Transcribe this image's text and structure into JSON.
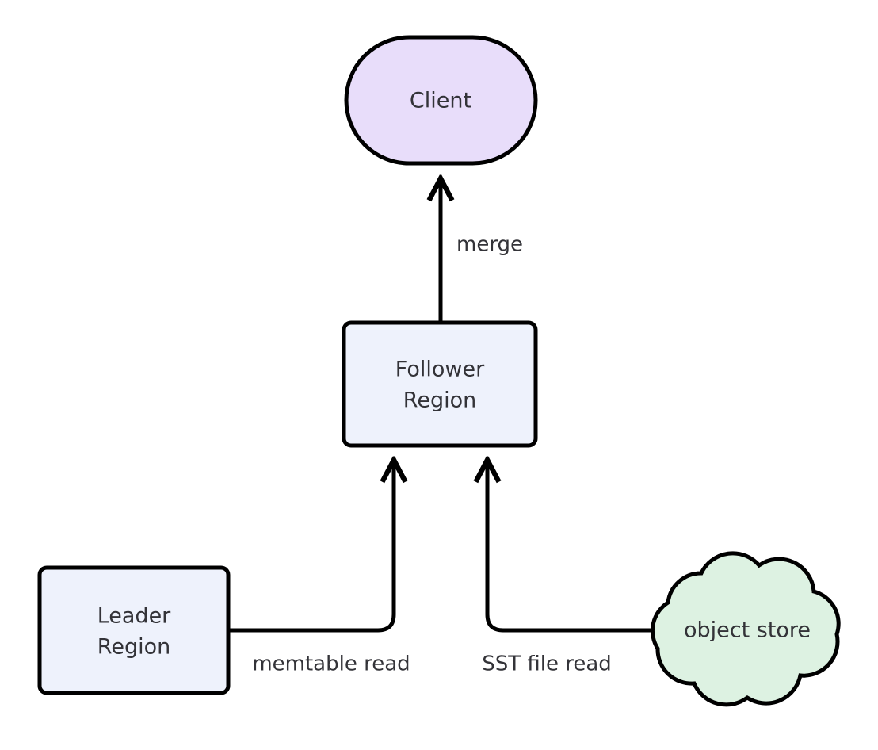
{
  "diagram": {
    "type": "flowchart",
    "direction": "bottom-to-top",
    "background_color": "#ffffff",
    "nodes": [
      {
        "id": "client",
        "label": "Client",
        "shape": "stadium",
        "fill": "#e8ddfa",
        "stroke": "#000000"
      },
      {
        "id": "follower",
        "label_line1": "Follower",
        "label_line2": "Region",
        "label": "Follower Region",
        "shape": "rounded-rect",
        "fill": "#eef2fc",
        "stroke": "#000000"
      },
      {
        "id": "leader",
        "label_line1": "Leader",
        "label_line2": "Region",
        "label": "Leader Region",
        "shape": "rounded-rect",
        "fill": "#eef2fc",
        "stroke": "#000000"
      },
      {
        "id": "object_store",
        "label": "object store",
        "shape": "cloud",
        "fill": "#ddf2e2",
        "stroke": "#000000"
      }
    ],
    "edges": [
      {
        "id": "edge-merge",
        "from": "follower",
        "to": "client",
        "label": "merge",
        "arrowhead": "end"
      },
      {
        "id": "edge-memtable",
        "from": "leader",
        "to": "follower",
        "label": "memtable read",
        "arrowhead": "end"
      },
      {
        "id": "edge-sst",
        "from": "object_store",
        "to": "follower",
        "label": "SST file read",
        "arrowhead": "end"
      }
    ]
  }
}
